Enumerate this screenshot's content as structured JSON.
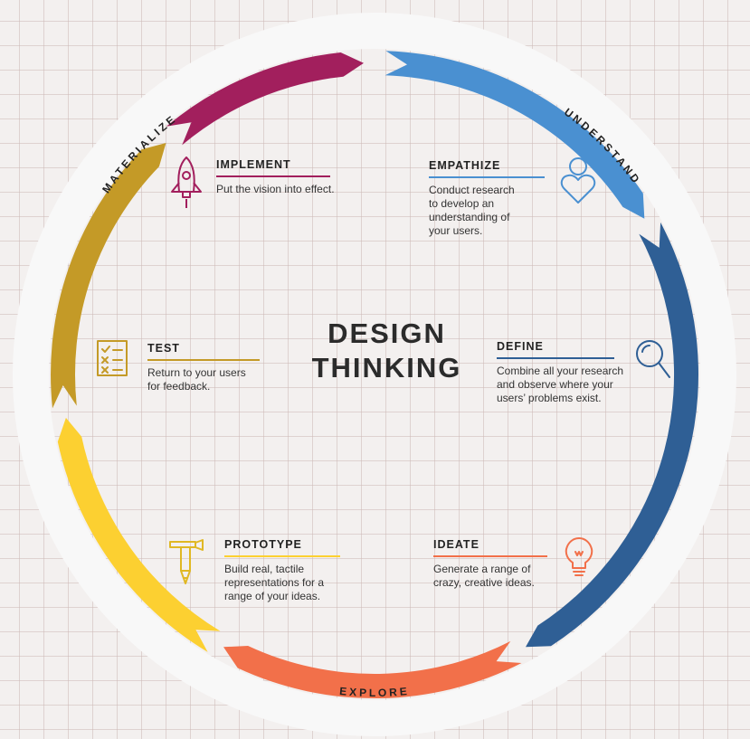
{
  "center_title": "DESIGN\nTHINKING",
  "phases": {
    "understand": "UNDERSTAND",
    "explore": "EXPLORE",
    "materialize": "MATERIALIZE"
  },
  "stages": [
    {
      "id": "empathize",
      "title": "EMPATHIZE",
      "description": "Conduct research\nto develop an\nunderstanding of\nyour users.",
      "color": "#4a90d1",
      "icon": "heart-user-icon"
    },
    {
      "id": "define",
      "title": "DEFINE",
      "description": "Combine all your research\nand observe where your\nusers’ problems exist.",
      "color": "#2f5f95",
      "icon": "magnifier-icon"
    },
    {
      "id": "ideate",
      "title": "IDEATE",
      "description": "Generate a range of\ncrazy, creative ideas.",
      "color": "#f2704a",
      "icon": "lightbulb-icon"
    },
    {
      "id": "prototype",
      "title": "PROTOTYPE",
      "description": "Build real, tactile\nrepresentations for a\nrange of your ideas.",
      "color": "#fcd031",
      "icon": "hammer-pencil-icon"
    },
    {
      "id": "test",
      "title": "TEST",
      "description": "Return to your users\nfor feedback.",
      "color": "#c49a27",
      "icon": "checklist-icon"
    },
    {
      "id": "implement",
      "title": "IMPLEMENT",
      "description": "Put the vision into effect.",
      "color": "#a21f5d",
      "icon": "rocket-icon"
    }
  ]
}
